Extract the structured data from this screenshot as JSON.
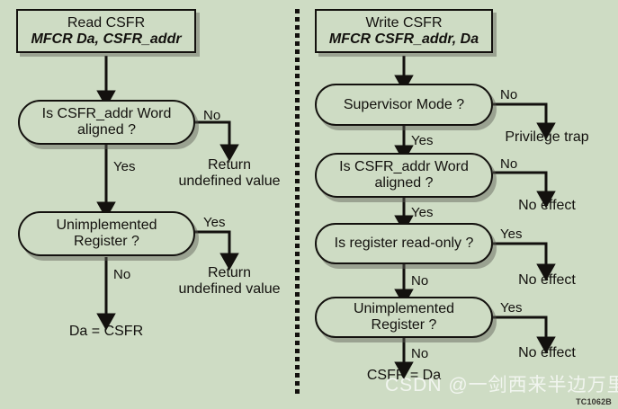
{
  "figure": {
    "doc_id": "TC1062B",
    "watermark": "CSDN @一剑西来半边万里",
    "background_color": "#cedcc4",
    "line_color": "#13110e",
    "shadow_color": "#5a5c55"
  },
  "left_flow": {
    "title": "Read CSFR",
    "start": {
      "line1": "Read CSFR",
      "line2": "MFCR Da, CSFR_addr"
    },
    "decision_1": {
      "line1": "Is CSFR_addr Word",
      "line2": "aligned ?",
      "no_label": "No",
      "yes_label": "Yes"
    },
    "outcome_1": "Return\nundefined value",
    "decision_2": {
      "line1": "Unimplemented",
      "line2": "Register ?",
      "yes_label": "Yes",
      "no_label": "No"
    },
    "outcome_2": "Return\nundefined value",
    "final": "Da = CSFR"
  },
  "right_flow": {
    "title": "Write CSFR",
    "start": {
      "line1": "Write CSFR",
      "line2": "MFCR CSFR_addr, Da"
    },
    "decision_1": {
      "label": "Supervisor Mode ?",
      "no_label": "No",
      "yes_label": "Yes"
    },
    "outcome_1": "Privilege trap",
    "decision_2": {
      "line1": "Is CSFR_addr Word",
      "line2": "aligned ?",
      "no_label": "No",
      "yes_label": "Yes"
    },
    "outcome_2": "No effect",
    "decision_3": {
      "label": "Is register read-only ?",
      "yes_label": "Yes",
      "no_label": "No"
    },
    "outcome_3": "No effect",
    "decision_4": {
      "line1": "Unimplemented",
      "line2": "Register ?",
      "yes_label": "Yes",
      "no_label": "No"
    },
    "outcome_4": "No effect",
    "final": "CSFR = Da"
  }
}
